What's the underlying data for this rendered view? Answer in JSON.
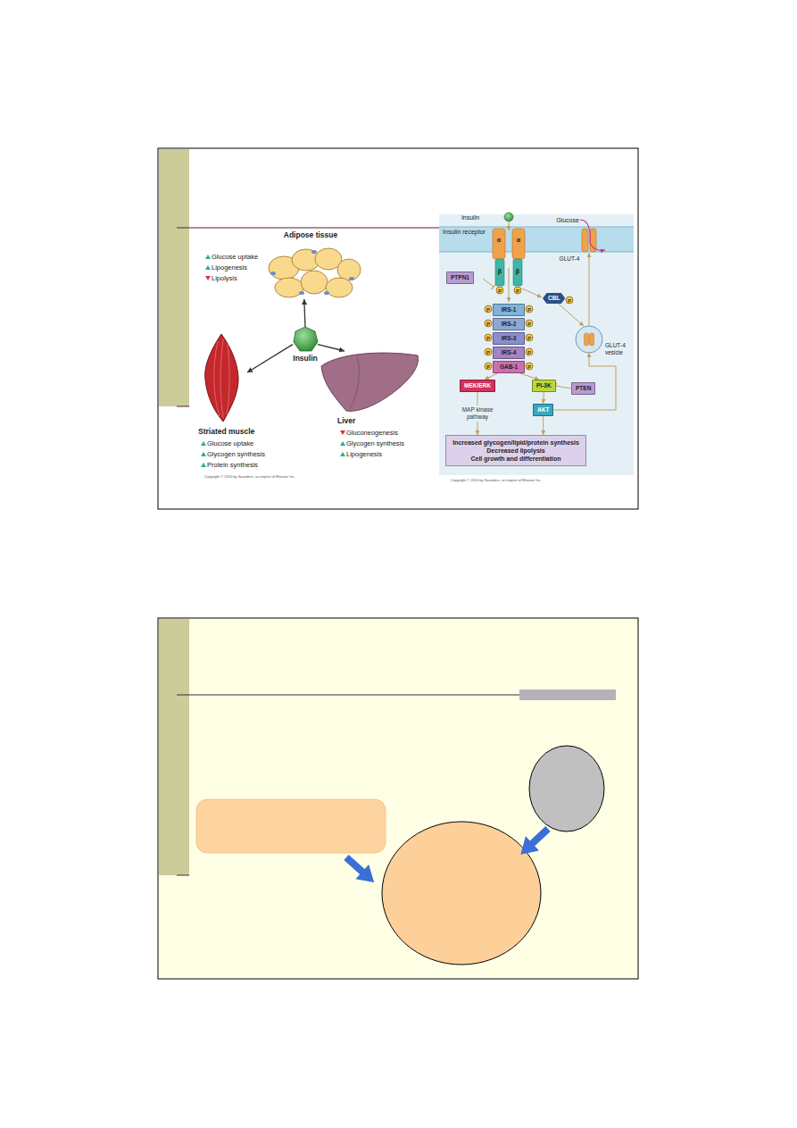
{
  "diagram": {
    "nodes": [
      {
        "text": [
          "Adipose tissue",
          "Glucose uptake",
          "Lipogenesis",
          "Lipolysis"
        ]
      },
      {
        "text": [
          "Insulin"
        ]
      },
      {
        "text": [
          "Striated muscle",
          "Glucose uptake",
          "Glycogen synthesis",
          "Protein synthesis"
        ]
      },
      {
        "text": [
          "Liver",
          "Gluconeogenesis",
          "Glycogen synthesis",
          "Lipogenesis"
        ]
      },
      {
        "text": [
          "PTPN1"
        ]
      },
      {
        "text": [
          "GLUT-4"
        ]
      },
      {
        "text": [
          "CBL"
        ]
      },
      {
        "text": [
          "IRS-1"
        ]
      },
      {
        "text": [
          "IRS-2"
        ]
      },
      {
        "text": [
          "IRS-3"
        ]
      },
      {
        "text": [
          "IRS-4"
        ]
      },
      {
        "text": [
          "GAB-1"
        ]
      },
      {
        "text": [
          "GLUT-4 vesicle"
        ]
      },
      {
        "text": [
          "MEK/ERK"
        ]
      },
      {
        "text": [
          "PI-3K"
        ]
      },
      {
        "text": [
          "PTEN"
        ]
      },
      {
        "text": [
          "AKT"
        ]
      },
      {
        "text": [
          "Increased glycogen/lipid/protein synthesis",
          "Decreased lipolysis",
          "Cell growth and differentiation"
        ]
      }
    ],
    "edges": [
      {
        "from": 1,
        "to": 0,
        "arrow": "to"
      },
      {
        "from": 1,
        "to": 2,
        "arrow": "to"
      },
      {
        "from": 1,
        "to": 3,
        "arrow": "to"
      },
      {
        "from": 6,
        "to": 12,
        "arrow": "to"
      },
      {
        "from": 12,
        "to": 5,
        "arrow": "to"
      },
      {
        "from": 11,
        "to": 13,
        "arrow": "to"
      },
      {
        "from": 11,
        "to": 14,
        "arrow": "to"
      },
      {
        "from": 15,
        "to": 14,
        "arrow": "none"
      },
      {
        "from": 14,
        "to": 16,
        "arrow": "to"
      },
      {
        "from": 16,
        "to": 12,
        "arrow": "to"
      },
      {
        "from": 13,
        "to": 17,
        "arrow": "to",
        "label": "MAP kinase pathway"
      },
      {
        "from": 16,
        "to": 17,
        "arrow": "to"
      }
    ],
    "labels": [
      "Copyright © 2010 by Saunders, an imprint of Elsevier Inc.",
      "Insulin",
      "Insulin receptor",
      "α",
      "α",
      "β",
      "β",
      "Glucose",
      "P",
      "P",
      "P",
      "P",
      "P",
      "P",
      "P",
      "P",
      "P",
      "P",
      "P",
      "P",
      "P",
      "Copyright © 2010 by Saunders, an imprint of Elsevier Inc."
    ]
  }
}
